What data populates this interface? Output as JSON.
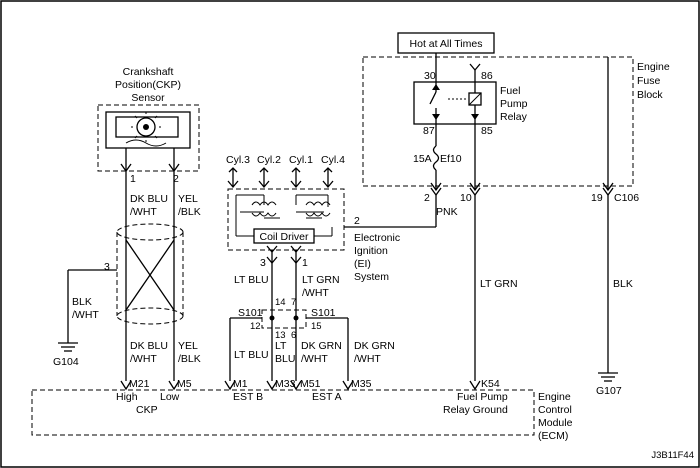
{
  "frame_label": "",
  "hot_label": "Hot at All Times",
  "fuse_block": {
    "line1": "Engine",
    "line2": "Fuse",
    "line3": "Block"
  },
  "relay": {
    "line1": "Fuel",
    "line2": "Pump",
    "line3": "Relay",
    "pin30": "30",
    "pin86": "86",
    "pin87": "87",
    "pin85": "85"
  },
  "fuse": {
    "rating": "15A",
    "name": "Ef10"
  },
  "c106": {
    "pin2": "2",
    "pin10": "10",
    "pin19": "19",
    "name": "C106"
  },
  "ckp": {
    "line1": "Crankshaft",
    "line2": "Position(CKP)",
    "line3": "Sensor",
    "pin1": "1",
    "pin2": "2",
    "shield_pin": "3"
  },
  "ei": {
    "line1": "Electronic",
    "line2": "Ignition",
    "line3": "(EI)",
    "line4": "System",
    "coil_driver": "Coil Driver",
    "pin2": "2",
    "pin3": "3",
    "pin1": "1",
    "cyl3": "Cyl.3",
    "cyl2": "Cyl.2",
    "cyl1": "Cyl.1",
    "cyl4": "Cyl.4"
  },
  "wires": {
    "dkblu_a": "DK BLU",
    "dkblu_b": "/WHT",
    "yel_a": "YEL",
    "yel_b": "/BLK",
    "blk_a": "BLK",
    "blk_b": "/WHT",
    "ltblu": "LT BLU",
    "ltgrn_a": "LT GRN",
    "ltgrn_b": "/WHT",
    "pnk": "PNK",
    "ltgrn": "LT GRN",
    "blk": "BLK",
    "dkblu2_a": "DK BLU",
    "dkblu2_b": "/WHT",
    "yel2_a": "YEL",
    "yel2_b": "/BLK",
    "ltblu2": "LT BLU",
    "ltblu3_a": "LT",
    "ltblu3_b": "BLU",
    "dkgrn1_a": "DK GRN",
    "dkgrn1_b": "/WHT",
    "dkgrn2_a": "DK GRN",
    "dkgrn2_b": "/WHT"
  },
  "splices": {
    "s101_left": "S101",
    "s101_right": "S101",
    "p14": "14",
    "p7": "7",
    "p12": "12",
    "p15": "15",
    "p13": "13",
    "p6": "6"
  },
  "grounds": {
    "g104": "G104",
    "g107": "G107"
  },
  "ecm": {
    "line1": "Engine",
    "line2": "Control",
    "line3": "Module",
    "line4": "(ECM)",
    "m21": "M21",
    "m5": "M5",
    "m1": "M1",
    "m33": "M33",
    "m51": "M51",
    "m35": "M35",
    "k54": "K54",
    "high": "High",
    "low": "Low",
    "ckp": "CKP",
    "estb": "EST B",
    "esta": "EST A",
    "fp1": "Fuel Pump",
    "fp2": "Relay Ground"
  },
  "code": "J3B11F44"
}
